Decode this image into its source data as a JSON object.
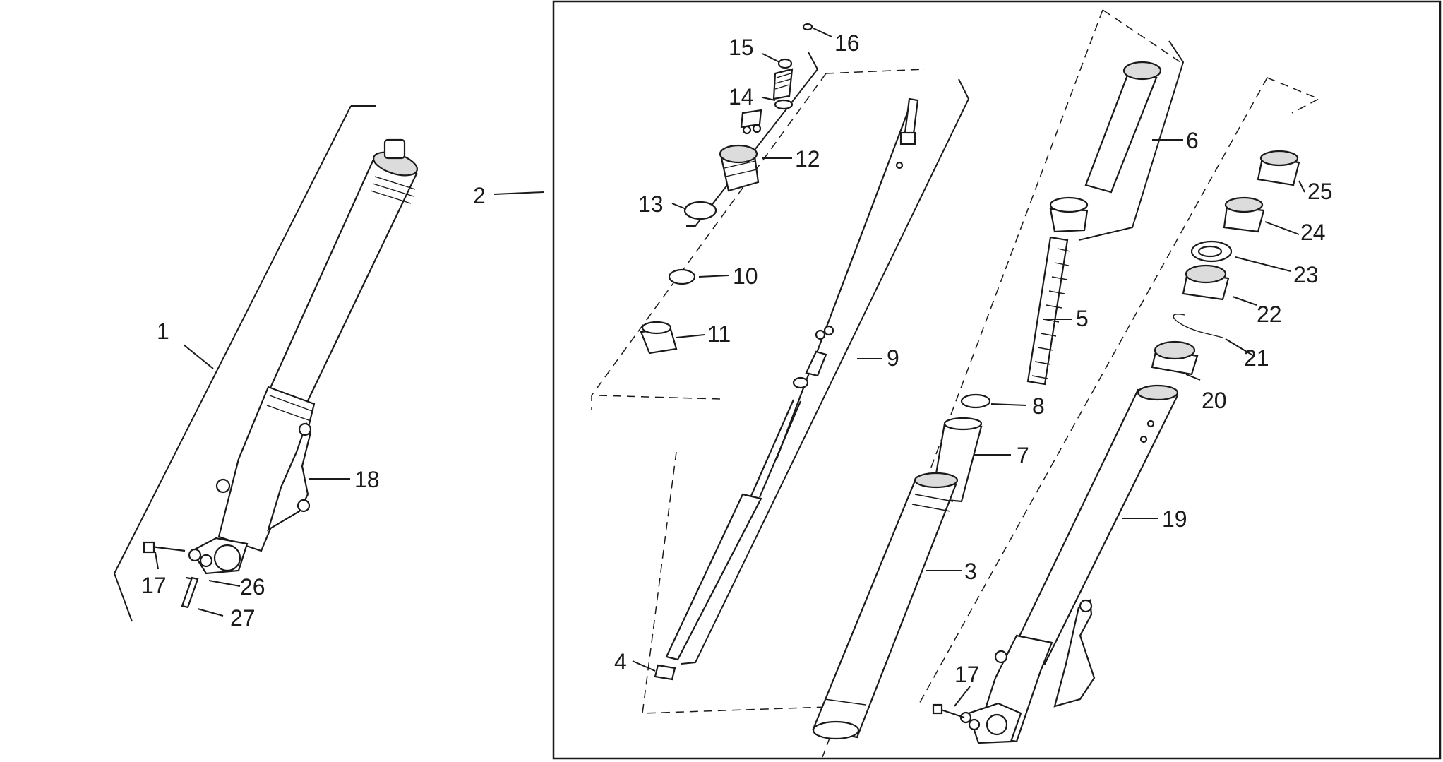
{
  "labels": {
    "l1": "1",
    "l2": "2",
    "l3": "3",
    "l4": "4",
    "l5": "5",
    "l6": "6",
    "l7": "7",
    "l8": "8",
    "l9": "9",
    "l10": "10",
    "l11": "11",
    "l12": "12",
    "l13": "13",
    "l14": "14",
    "l15": "15",
    "l16": "16",
    "l17a": "17",
    "l17b": "17",
    "l18": "18",
    "l19": "19",
    "l20": "20",
    "l21": "21",
    "l22": "22",
    "l23": "23",
    "l24": "24",
    "l25": "25",
    "l26": "26",
    "l27": "27"
  }
}
